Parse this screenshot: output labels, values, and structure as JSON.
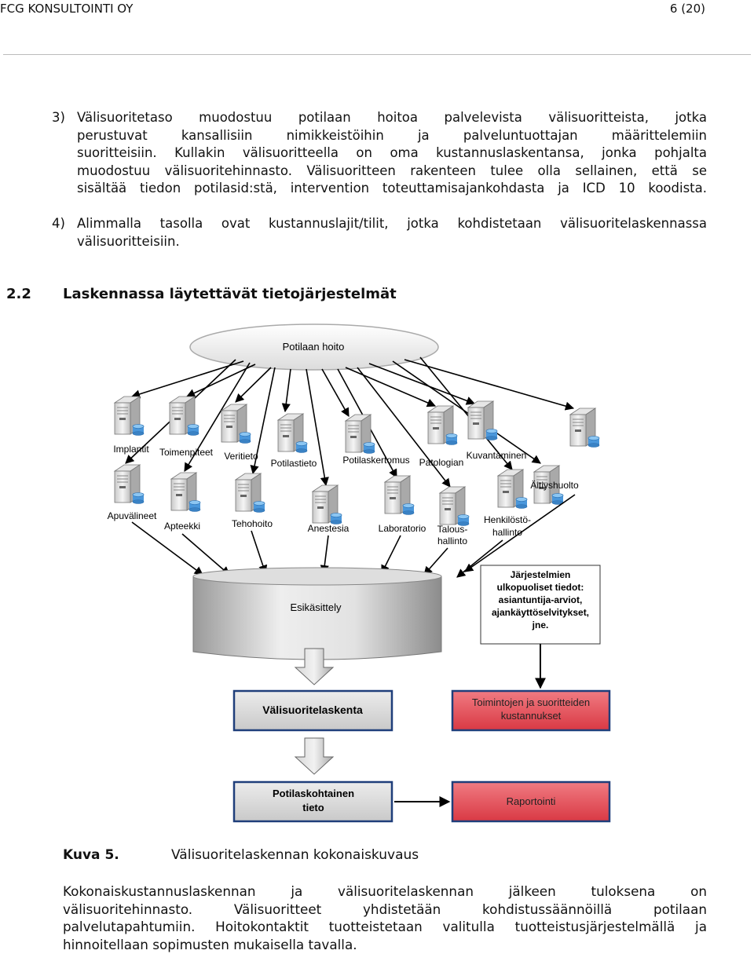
{
  "header": {
    "company": "FCG KONSULTOINTI OY",
    "page": "6 (20)"
  },
  "item3": {
    "number": "3)",
    "lines": [
      "Välisuoritetaso muodostuu potilaan hoitoa palvelevista välisuoritteista, jotka",
      "perustuvat kansallisiin nimikkeistöihin ja palveluntuottajan määrittelemiin",
      "suoritteisiin. Kullakin välisuoritteella on oma kustannuslaskentansa, jonka pohjalta",
      "muodostuu välisuoritehinnasto. Välisuoritteen rakenteen tulee olla sellainen, että se",
      "sisältää tiedon potilasid:stä, intervention toteuttamisajankohdasta ja ICD 10 koodista."
    ]
  },
  "item4": {
    "number": "4)",
    "lines": [
      "Alimmalla tasolla ovat kustannuslajit/tilit, jotka kohdistetaan välisuoritelaskennassa",
      "välisuoritteisiin."
    ]
  },
  "section": {
    "number": "2.2",
    "title": "Laskennassa läytettävät tietojärjestelmät"
  },
  "diagram": {
    "top_node": "Potilaan hoito",
    "systems_row1": [
      "Implantit",
      "Toimenpiteet",
      "Veritieto",
      "Potilastieto",
      "Potilaskertomus",
      "Patologian",
      "Kuvantaminen"
    ],
    "systems_row2": [
      "Apuvälineet",
      "Apteekki",
      "Tehohoito",
      "Anestesia",
      "Laboratorio"
    ],
    "talous": [
      "Talous-",
      "hallinto"
    ],
    "aitiyshuolto": "Äitiyshuolto",
    "henkilosto": [
      "Henkilöstö-",
      "hallinto"
    ],
    "storage": "Esikäsittely",
    "external_box": [
      "Järjestelmien",
      "ulkopuoliset tiedot:",
      "asiantuntija-arviot,",
      "ajankäyttöselvitykset,",
      "jne."
    ],
    "process": "Välisuoritelaskenta",
    "costs": [
      "Toimintojen ja suoritteiden",
      "kustannukset"
    ],
    "patient_data": [
      "Potilaskohtainen",
      "tieto"
    ],
    "reporting": "Raportointi",
    "colors": {
      "gray_box": "#d8d8d8",
      "red_box": "#e0505a",
      "box_border": "#1f3e7a",
      "arrow": "#b9b9b9"
    }
  },
  "caption": {
    "label": "Kuva 5.",
    "text": "Välisuoritelaskennan kokonaiskuvaus"
  },
  "final": {
    "lines": [
      "Kokonaiskustannuslaskennan ja välisuoritelaskennan jälkeen tuloksena on",
      "välisuoritehinnasto. Välisuoritteet yhdistetään kohdistussäännöillä potilaan",
      "palvelutapahtumiin. Hoitokontaktit tuotteistetaan valitulla tuotteistusjärjestelmällä ja",
      "hinnoitellaan sopimusten mukaisella tavalla."
    ]
  }
}
